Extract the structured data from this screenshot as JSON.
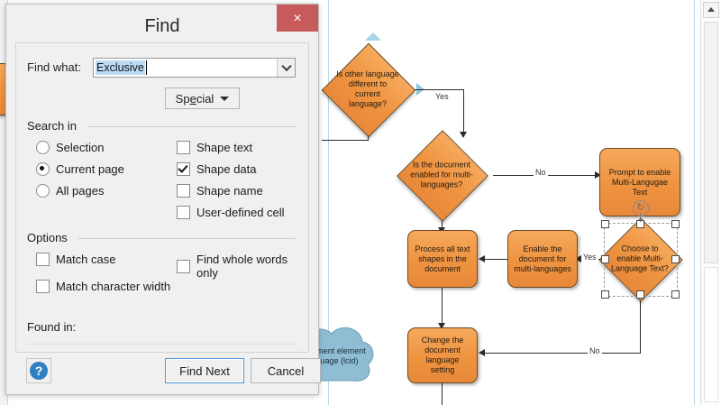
{
  "dialog": {
    "title": "Find",
    "close_label": "×",
    "find_what_label": "Find what:",
    "find_what_value": "Exclusive",
    "combo_arrow_icon": "chevron-down-icon",
    "special_button": {
      "pre": "Sp",
      "accel": "e",
      "post": "cial",
      "caret_icon": "triangle-down-icon"
    },
    "search_in": {
      "legend": "Search in",
      "radios": [
        {
          "label": "Selection",
          "checked": false
        },
        {
          "label": "Current page",
          "checked": true
        },
        {
          "label": "All pages",
          "checked": false
        }
      ],
      "checkboxes": [
        {
          "label": "Shape text",
          "checked": false
        },
        {
          "label": "Shape data",
          "checked": true
        },
        {
          "label": "Shape name",
          "checked": false
        },
        {
          "label": "User-defined cell",
          "checked": false
        }
      ]
    },
    "options": {
      "legend": "Options",
      "left": [
        {
          "label": "Match case",
          "checked": false
        },
        {
          "label": "Match character width",
          "checked": false
        }
      ],
      "right": [
        {
          "label": "Find whole words only",
          "checked": false
        }
      ]
    },
    "found_in_label": "Found in:",
    "found_in_value": "",
    "help_label": "?",
    "find_next_label": "Find Next",
    "cancel_label": "Cancel"
  },
  "canvas": {
    "shapes": [
      {
        "id": "d1",
        "kind": "decision",
        "text": "Is other language different to current language?"
      },
      {
        "id": "d2",
        "kind": "decision",
        "text": "Is the document enabled for multi-languages?"
      },
      {
        "id": "p1",
        "kind": "process",
        "text": "Prompt to enable Multi-Langugae Text"
      },
      {
        "id": "d3",
        "kind": "decision",
        "text": "Choose to enable Multi-Language Text?",
        "selected": true
      },
      {
        "id": "p2",
        "kind": "process",
        "text": "Enable the document for multi-languages"
      },
      {
        "id": "p3",
        "kind": "process",
        "text": "Process all text shapes in the document"
      },
      {
        "id": "p4",
        "kind": "process",
        "text": "Change the document language setting"
      },
      {
        "id": "c1",
        "kind": "cloud",
        "text": "Document element language (lcid)"
      }
    ],
    "connector_labels": {
      "d1_yes": "Yes",
      "d2_no": "No",
      "d2_yes": "Yes",
      "d3_yes": "Yes",
      "d3_no": "No"
    }
  },
  "scrollbar": {
    "up_icon": "caret-up-icon"
  }
}
